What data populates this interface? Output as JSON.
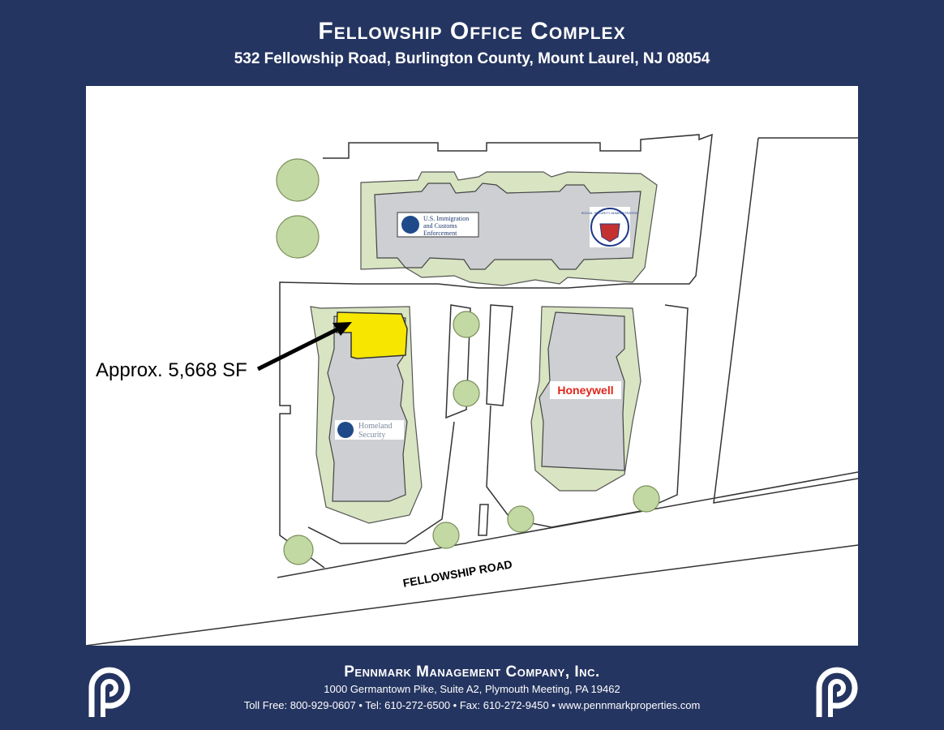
{
  "header": {
    "title": "Fellowship Office Complex",
    "address": "532 Fellowship Road, Burlington County, Mount Laurel, NJ 08054"
  },
  "map": {
    "callout_label": "Approx. 5,668 SF",
    "road_label": "FELLOWSHIP ROAD",
    "highlight_color": "#f7e600",
    "building_color": "#cdcfd2",
    "landscape_color": "#d8e4c2",
    "tree_color": "#c3d9a4",
    "tenants": {
      "ice_line1": "U.S. Immigration",
      "ice_line2": "and Customs",
      "ice_line3": "Enforcement",
      "ssa_text": "SOCIAL SECURITY ADMINISTRATION",
      "dhs_line1": "Homeland",
      "dhs_line2": "Security",
      "honeywell": "Honeywell"
    }
  },
  "footer": {
    "company": "Pennmark Management Company, Inc.",
    "address": "1000 Germantown Pike, Suite A2, Plymouth Meeting, PA 19462",
    "contact": "Toll Free: 800-929-0607 • Tel: 610-272-6500 • Fax: 610-272-9450 • www.pennmarkproperties.com"
  }
}
